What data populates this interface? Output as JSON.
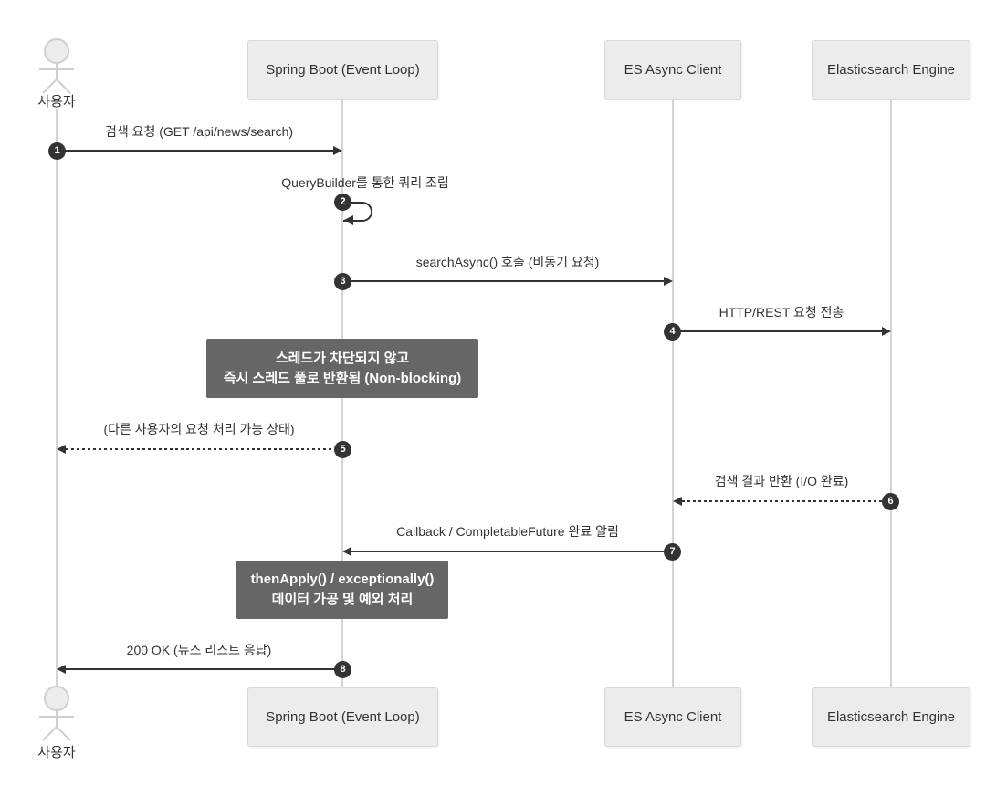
{
  "diagram": {
    "type": "sequence-diagram",
    "participants": [
      {
        "id": "user",
        "label": "사용자",
        "kind": "actor"
      },
      {
        "id": "spring-boot",
        "label": "Spring Boot (Event Loop)",
        "kind": "participant"
      },
      {
        "id": "es-async-client",
        "label": "ES Async Client",
        "kind": "participant"
      },
      {
        "id": "elasticsearch-engine",
        "label": "Elasticsearch Engine",
        "kind": "participant"
      }
    ],
    "messages": [
      {
        "num": "1",
        "label": "검색 요청 (GET /api/news/search)",
        "from": "사용자",
        "to": "Spring Boot (Event Loop)",
        "line": "solid",
        "direction": "right"
      },
      {
        "num": "2",
        "label": "QueryBuilder를 통한 쿼리 조립",
        "from": "Spring Boot (Event Loop)",
        "to": "Spring Boot (Event Loop)",
        "line": "solid",
        "direction": "self"
      },
      {
        "num": "3",
        "label": "searchAsync() 호출 (비동기 요청)",
        "from": "Spring Boot (Event Loop)",
        "to": "ES Async Client",
        "line": "solid",
        "direction": "right"
      },
      {
        "num": "4",
        "label": "HTTP/REST 요청 전송",
        "from": "ES Async Client",
        "to": "Elasticsearch Engine",
        "line": "solid",
        "direction": "right"
      },
      {
        "num": "5",
        "label": "(다른 사용자의 요청 처리 가능 상태)",
        "from": "Spring Boot (Event Loop)",
        "to": "사용자",
        "line": "dashed",
        "direction": "left"
      },
      {
        "num": "6",
        "label": "검색 결과 반환 (I/O 완료)",
        "from": "Elasticsearch Engine",
        "to": "ES Async Client",
        "line": "dashed",
        "direction": "left"
      },
      {
        "num": "7",
        "label": "Callback / CompletableFuture 완료 알림",
        "from": "ES Async Client",
        "to": "Spring Boot (Event Loop)",
        "line": "solid",
        "direction": "left"
      },
      {
        "num": "8",
        "label": "200 OK (뉴스 리스트 응답)",
        "from": "Spring Boot (Event Loop)",
        "to": "사용자",
        "line": "solid",
        "direction": "left"
      }
    ],
    "notes": [
      {
        "over": "Spring Boot (Event Loop)",
        "lines": [
          "스레드가 차단되지 않고",
          "즉시 스레드 풀로 반환됨 (Non-blocking)"
        ]
      },
      {
        "over": "Spring Boot (Event Loop)",
        "lines": [
          "thenApply() / exceptionally()",
          "데이터 가공 및 예외 처리"
        ]
      }
    ],
    "colors": {
      "background": "#ffffff",
      "participant_fill": "#ececec",
      "participant_border": "#d9d9d9",
      "lifeline": "#d4d4d4",
      "arrow": "#333333",
      "text": "#333333",
      "note_fill": "#666666",
      "note_text": "#ffffff",
      "badge_fill": "#333333",
      "badge_text": "#ffffff",
      "actor_stroke": "#cfcfcf"
    }
  }
}
